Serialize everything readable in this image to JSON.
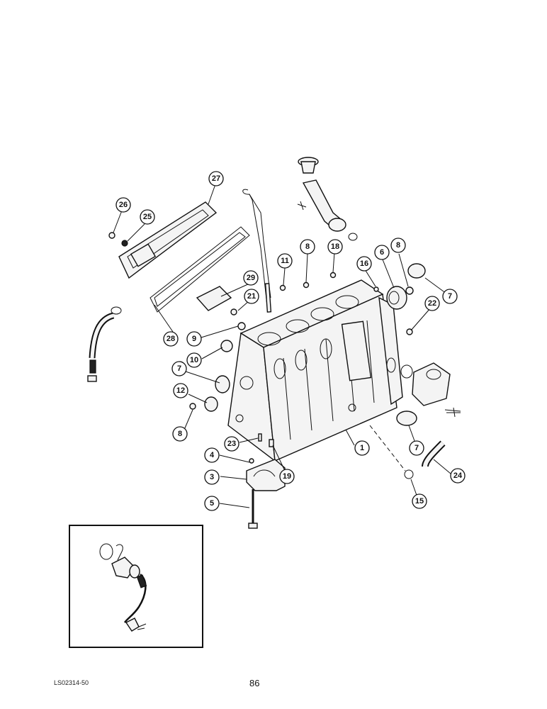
{
  "diagram": {
    "callouts": [
      {
        "id": "c1",
        "label": "1"
      },
      {
        "id": "c3",
        "label": "3"
      },
      {
        "id": "c4",
        "label": "4"
      },
      {
        "id": "c5",
        "label": "5"
      },
      {
        "id": "c6",
        "label": "6"
      },
      {
        "id": "c7a",
        "label": "7"
      },
      {
        "id": "c7b",
        "label": "7"
      },
      {
        "id": "c7c",
        "label": "7"
      },
      {
        "id": "c8a",
        "label": "8"
      },
      {
        "id": "c8b",
        "label": "8"
      },
      {
        "id": "c8c",
        "label": "8"
      },
      {
        "id": "c9",
        "label": "9"
      },
      {
        "id": "c10",
        "label": "10"
      },
      {
        "id": "c11",
        "label": "11"
      },
      {
        "id": "c12",
        "label": "12"
      },
      {
        "id": "c15",
        "label": "15"
      },
      {
        "id": "c16",
        "label": "16"
      },
      {
        "id": "c18",
        "label": "18"
      },
      {
        "id": "c19",
        "label": "19"
      },
      {
        "id": "c21",
        "label": "21"
      },
      {
        "id": "c22",
        "label": "22"
      },
      {
        "id": "c23",
        "label": "23"
      },
      {
        "id": "c24",
        "label": "24"
      },
      {
        "id": "c25",
        "label": "25"
      },
      {
        "id": "c26",
        "label": "26"
      },
      {
        "id": "c27",
        "label": "27"
      },
      {
        "id": "c28",
        "label": "28"
      },
      {
        "id": "c29",
        "label": "29"
      }
    ]
  },
  "footer": {
    "code": "LS02314-50",
    "page_number": "86"
  }
}
